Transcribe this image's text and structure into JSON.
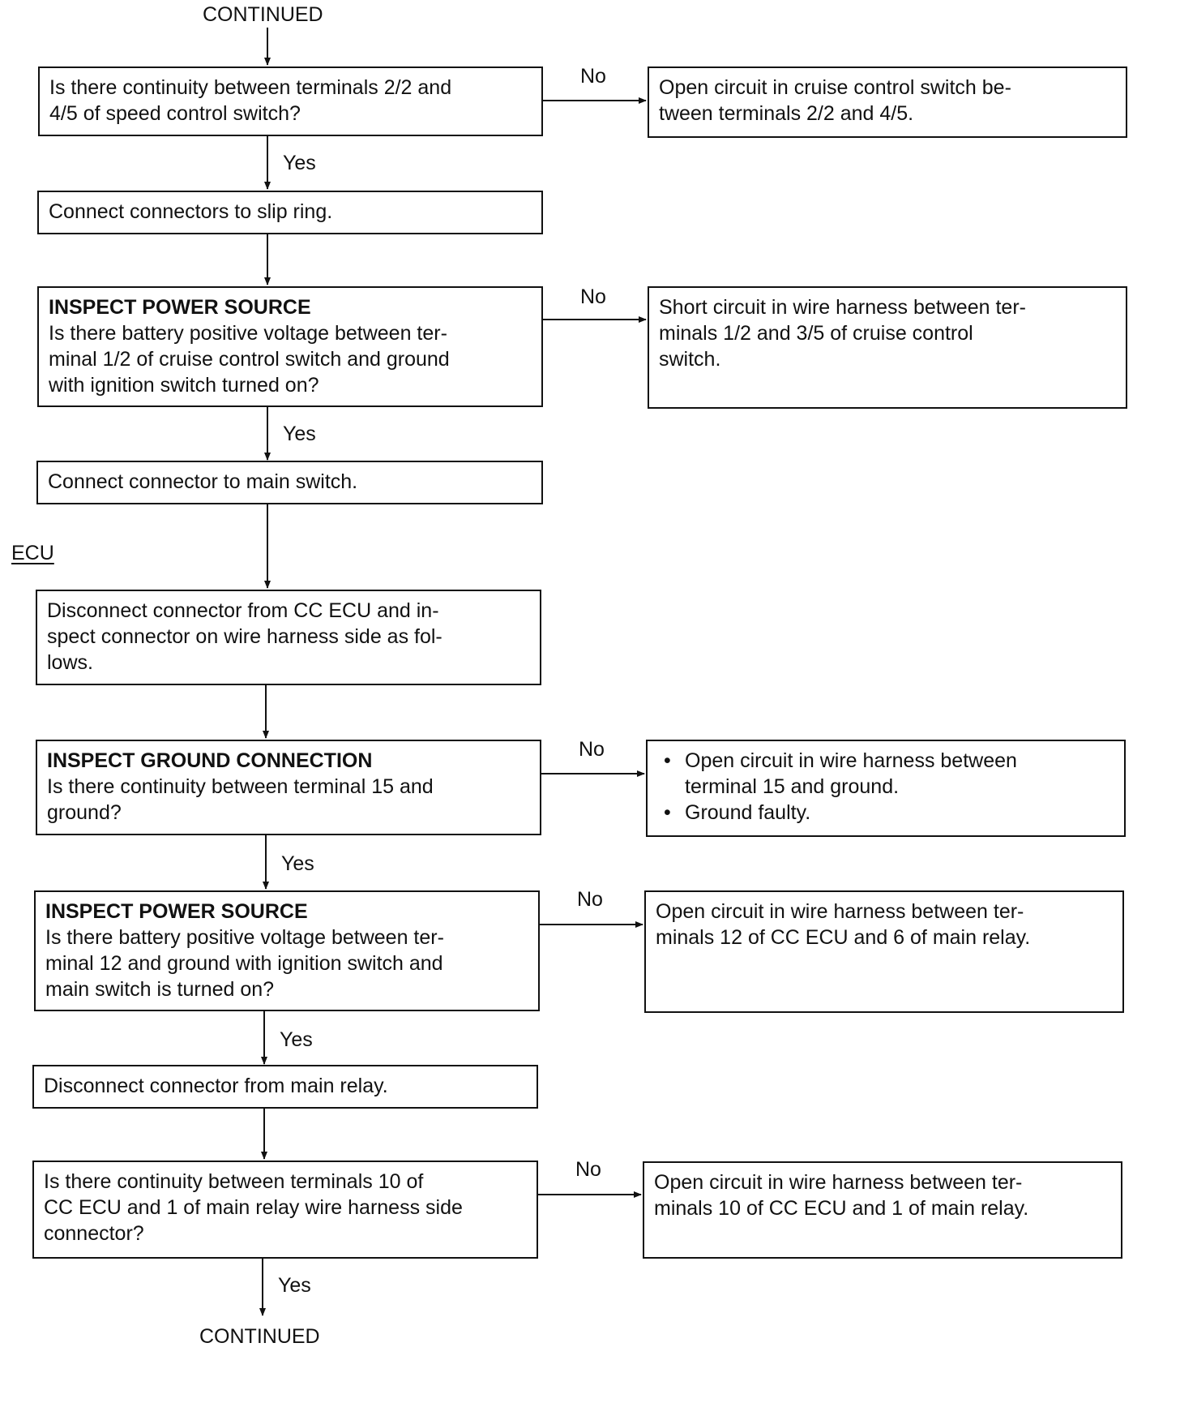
{
  "top_label": "CONTINUED",
  "bottom_label": "CONTINUED",
  "section_label": "ECU",
  "yes_label": "Yes",
  "no_label": "No",
  "steps": [
    {
      "id": "s1",
      "kind": "question",
      "lines": [
        "Is there continuity between terminals 2/2 and",
        "4/5 of speed control switch?"
      ]
    },
    {
      "id": "s2",
      "kind": "action",
      "lines": [
        "Connect connectors to slip ring."
      ]
    },
    {
      "id": "s3",
      "kind": "question",
      "heading": "INSPECT POWER SOURCE",
      "lines": [
        "Is there battery positive voltage between ter-",
        "minal 1/2 of cruise control switch and ground",
        "with ignition switch turned on?"
      ]
    },
    {
      "id": "s4",
      "kind": "action",
      "lines": [
        "Connect connector to main switch."
      ]
    },
    {
      "id": "s5",
      "kind": "action",
      "lines": [
        "Disconnect connector from CC ECU and in-",
        "spect connector on wire harness side as fol-",
        "lows."
      ]
    },
    {
      "id": "s6",
      "kind": "question",
      "heading": "INSPECT GROUND CONNECTION",
      "lines": [
        "Is there continuity between terminal 15 and",
        "ground?"
      ]
    },
    {
      "id": "s7",
      "kind": "question",
      "heading": "INSPECT POWER SOURCE",
      "lines": [
        "Is there battery positive voltage between ter-",
        "minal 12 and ground with ignition switch and",
        "main switch is turned on?"
      ]
    },
    {
      "id": "s8",
      "kind": "action",
      "lines": [
        "Disconnect connector from main relay."
      ]
    },
    {
      "id": "s9",
      "kind": "question",
      "lines": [
        "Is there continuity between terminals 10 of",
        "CC ECU and 1 of main relay wire harness side",
        "connector?"
      ]
    }
  ],
  "results": [
    {
      "for": "s1",
      "lines": [
        "Open circuit in cruise control switch be-",
        "tween terminals 2/2 and 4/5."
      ]
    },
    {
      "for": "s3",
      "lines": [
        "Short circuit in wire harness between ter-",
        "minals 1/2 and 3/5 of cruise control",
        "switch."
      ]
    },
    {
      "for": "s6",
      "bullets": [
        "Open circuit in wire harness between",
        "Ground faulty."
      ],
      "bullet_continuation": "terminal 15 and ground."
    },
    {
      "for": "s7",
      "lines": [
        "Open circuit in wire harness between ter-",
        "minals 12 of CC ECU and 6 of main relay."
      ]
    },
    {
      "for": "s9",
      "lines": [
        "Open circuit in wire harness between ter-",
        "minals 10 of CC ECU and 1 of main relay."
      ]
    }
  ]
}
